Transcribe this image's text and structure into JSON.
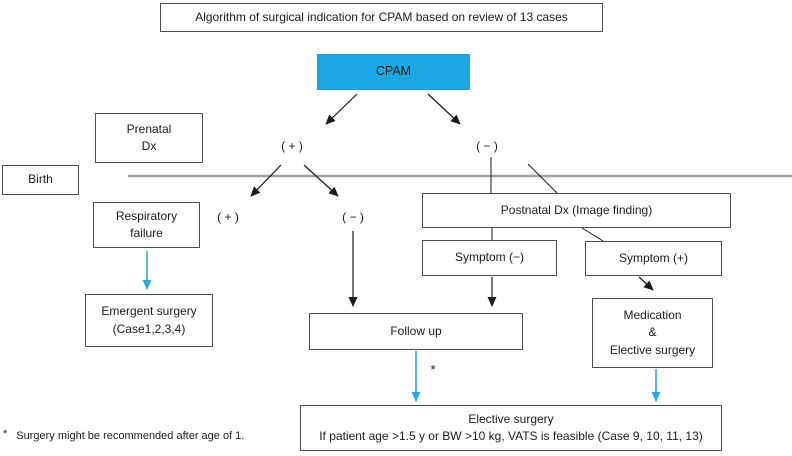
{
  "figure": {
    "title": "Algorithm of surgical indication for CPAM based on review of 13 cases",
    "footnote": {
      "marker": "*",
      "text": "Surgery might be recommended after age of 1."
    }
  },
  "nodes": {
    "cpam": {
      "label": "CPAM"
    },
    "prenatal": {
      "line1": "Prenatal",
      "line2": "Dx"
    },
    "birth": {
      "label": "Birth"
    },
    "respiratory": {
      "line1": "Respiratory",
      "line2": "failure"
    },
    "emergent": {
      "line1": "Emergent surgery",
      "line2": "(Case1,2,3,4)"
    },
    "postnatal": {
      "label": "Postnatal Dx (Image finding)"
    },
    "symptom_neg": {
      "label": "Symptom (−)"
    },
    "symptom_pos": {
      "label": "Symptom (+)"
    },
    "follow_up": {
      "label": "Follow up"
    },
    "medication": {
      "line1": "Medication",
      "line2": "&",
      "line3": "Elective surgery"
    },
    "elective": {
      "line1": "Elective surgery",
      "line2": "If patient age >1.5 y or BW >10 kg, VATS is feasible (Case 9, 10, 11, 13)"
    }
  },
  "branch_labels": {
    "prenatal_pos": "( + )",
    "prenatal_neg": "( − )",
    "resp_pos": "( + )",
    "resp_neg": "( − )",
    "followup_note": "*"
  },
  "colors": {
    "cpam_fill": "#1BA7E2",
    "arrow_blue": "#29ABE2",
    "line_black": "#1a1a1a",
    "timeline_gray": "#a0a0a0",
    "box_border": "#4f4f4f"
  }
}
